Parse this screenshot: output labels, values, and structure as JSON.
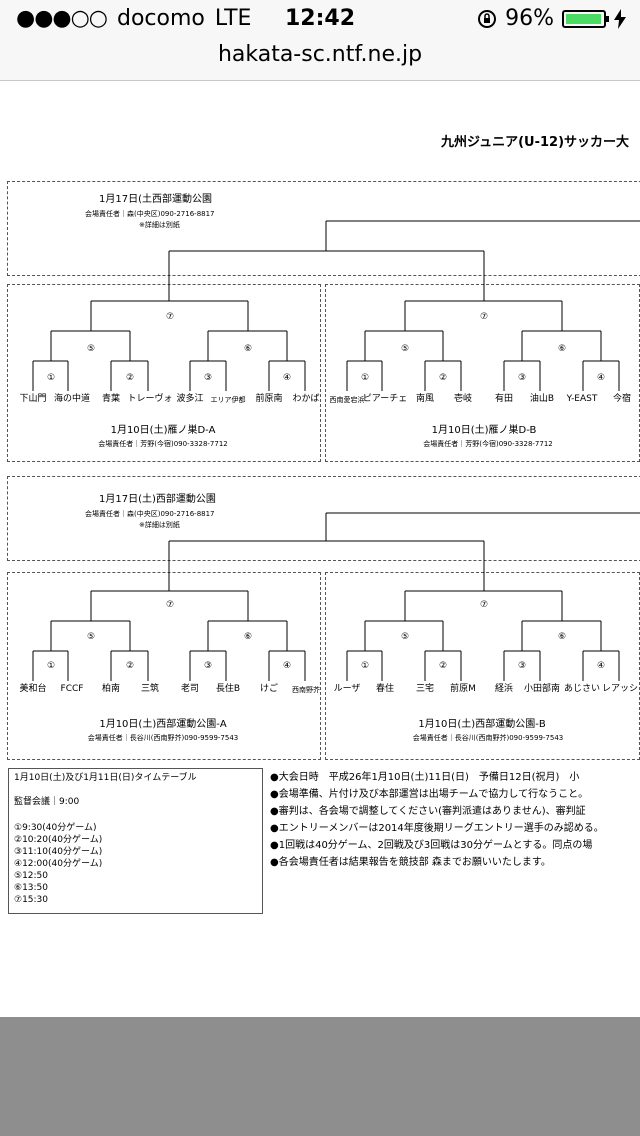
{
  "status_bar": {
    "signal_dots": "●●●○○",
    "carrier": "docomo",
    "network": "LTE",
    "time": "12:42",
    "battery_pct": "96%",
    "battery_level": 0.96,
    "battery_color": "#4cd964"
  },
  "browser": {
    "url": "hakata-sc.ntf.ne.jp"
  },
  "document": {
    "title": "九州ジュニア(U-12)サッカー大",
    "block1": {
      "final": {
        "date": "1月17日(土西部運動公園",
        "manager": "会場責任者｜森(中央区)090-2716-8817",
        "note": "※詳細は別紙"
      },
      "left": {
        "semi_final": "⑦",
        "qf_left": "⑤",
        "qf_right": "⑥",
        "r1": [
          "①",
          "②",
          "③",
          "④"
        ],
        "teams": [
          "下山門",
          "海の中道",
          "青葉",
          "トレーヴォ",
          "波多江",
          "エリア伊都",
          "前原南",
          "わかば"
        ],
        "venue": "1月10日(土)雁ノ巣D-A",
        "manager": "会場責任者｜芳野(今宿)090-3328-7712"
      },
      "right": {
        "semi_final": "⑦",
        "qf_left": "⑤",
        "qf_right": "⑥",
        "r1": [
          "①",
          "②",
          "③",
          "④"
        ],
        "teams": [
          "西南愛宕浜",
          "ピアーチェ",
          "南風",
          "壱岐",
          "有田",
          "油山B",
          "Y-EAST",
          "今宿"
        ],
        "venue": "1月10日(土)雁ノ巣D-B",
        "manager": "会場責任者｜芳野(今宿)090-3328-7712"
      }
    },
    "block2": {
      "final": {
        "date": "1月17日(土)西部運動公園",
        "manager": "会場責任者｜森(中央区)090-2716-8817",
        "note": "※詳細は別紙"
      },
      "left": {
        "semi_final": "⑦",
        "qf_left": "⑤",
        "qf_right": "⑥",
        "r1": [
          "①",
          "②",
          "③",
          "④"
        ],
        "teams": [
          "美和台",
          "FCCF",
          "柏南",
          "三筑",
          "老司",
          "長住B",
          "けご",
          "西南野芥"
        ],
        "venue": "1月10日(土)西部運動公園-A",
        "manager": "会場責任者｜長谷川(西南野芥)090-9599-7543"
      },
      "right": {
        "semi_final": "⑦",
        "qf_left": "⑤",
        "qf_right": "⑥",
        "r1": [
          "①",
          "②",
          "③",
          "④"
        ],
        "teams": [
          "ルーザ",
          "春住",
          "三宅",
          "前原M",
          "経浜",
          "小田部南",
          "あじさい",
          "レアッシ"
        ],
        "venue": "1月10日(土)西部運動公園-B",
        "manager": "会場責任者｜長谷川(西南野芥)090-9599-7543"
      }
    },
    "timetable": {
      "title": "1月10日(土)及び1月11日(日)タイムテーブル",
      "meeting": "監督会議｜9:00",
      "slots": [
        "①9:30(40分ゲーム)",
        "②10:20(40分ゲーム)",
        "③11:10(40分ゲーム)",
        "④12:00(40分ゲーム)",
        "⑤12:50",
        "⑥13:50",
        "⑦15:30"
      ]
    },
    "rules": [
      "●大会日時　平成26年1月10日(土)11日(日)　予備日12日(祝月)　小",
      "●会場準備、片付け及び本部運営は出場チームで協力して行なうこと。",
      "●審判は、各会場で調整してください(審判派遣はありません)、審判証",
      "●エントリーメンバーは2014年度後期リーグエントリー選手のみ認める。",
      "●1回戦は40分ゲーム、2回戦及び3回戦は30分ゲームとする。同点の場",
      "●各会場責任者は結果報告を競技部 森までお願いいたします。"
    ]
  }
}
